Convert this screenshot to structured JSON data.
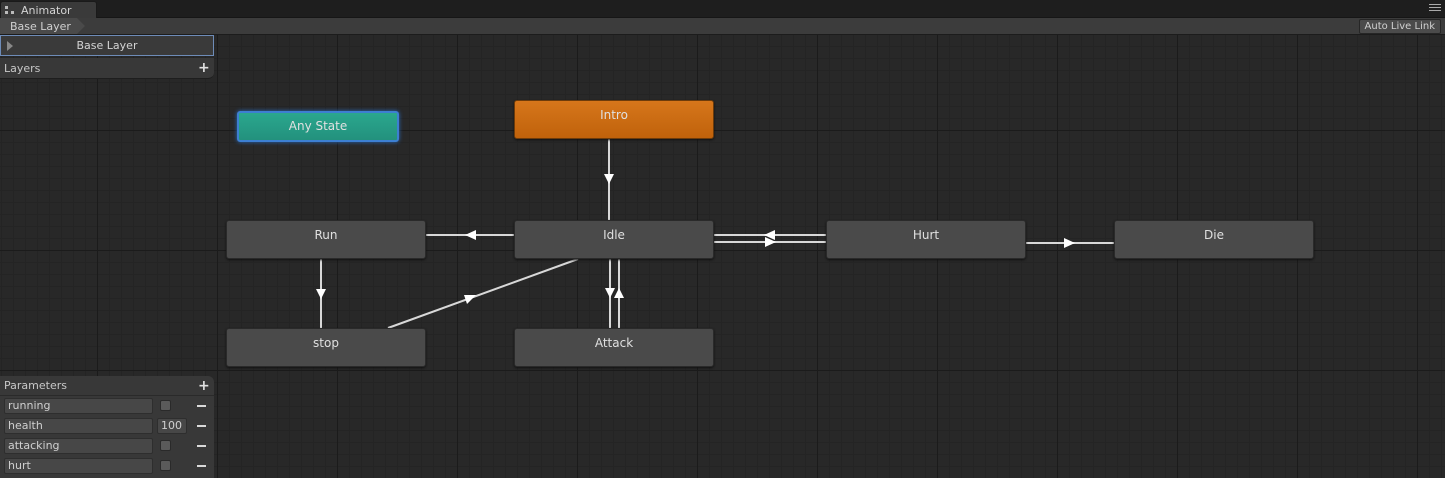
{
  "window": {
    "tab_title": "Animator",
    "breadcrumb": "Base Layer",
    "auto_live_link": "Auto Live Link"
  },
  "layers": {
    "selected_layer": "Base Layer",
    "header": "Layers"
  },
  "parameters": {
    "header": "Parameters",
    "items": [
      {
        "name": "running",
        "type": "bool",
        "value": ""
      },
      {
        "name": "health",
        "type": "int",
        "value": "100"
      },
      {
        "name": "attacking",
        "type": "bool",
        "value": ""
      },
      {
        "name": "hurt",
        "type": "bool",
        "value": ""
      }
    ]
  },
  "states": {
    "any_state": "Any State",
    "intro": "Intro",
    "run": "Run",
    "idle": "Idle",
    "hurt": "Hurt",
    "die": "Die",
    "stop": "stop",
    "attack": "Attack"
  },
  "colors": {
    "default_state": "#c8661a",
    "any_state": "#27a088",
    "selection": "#3d7fd2"
  }
}
